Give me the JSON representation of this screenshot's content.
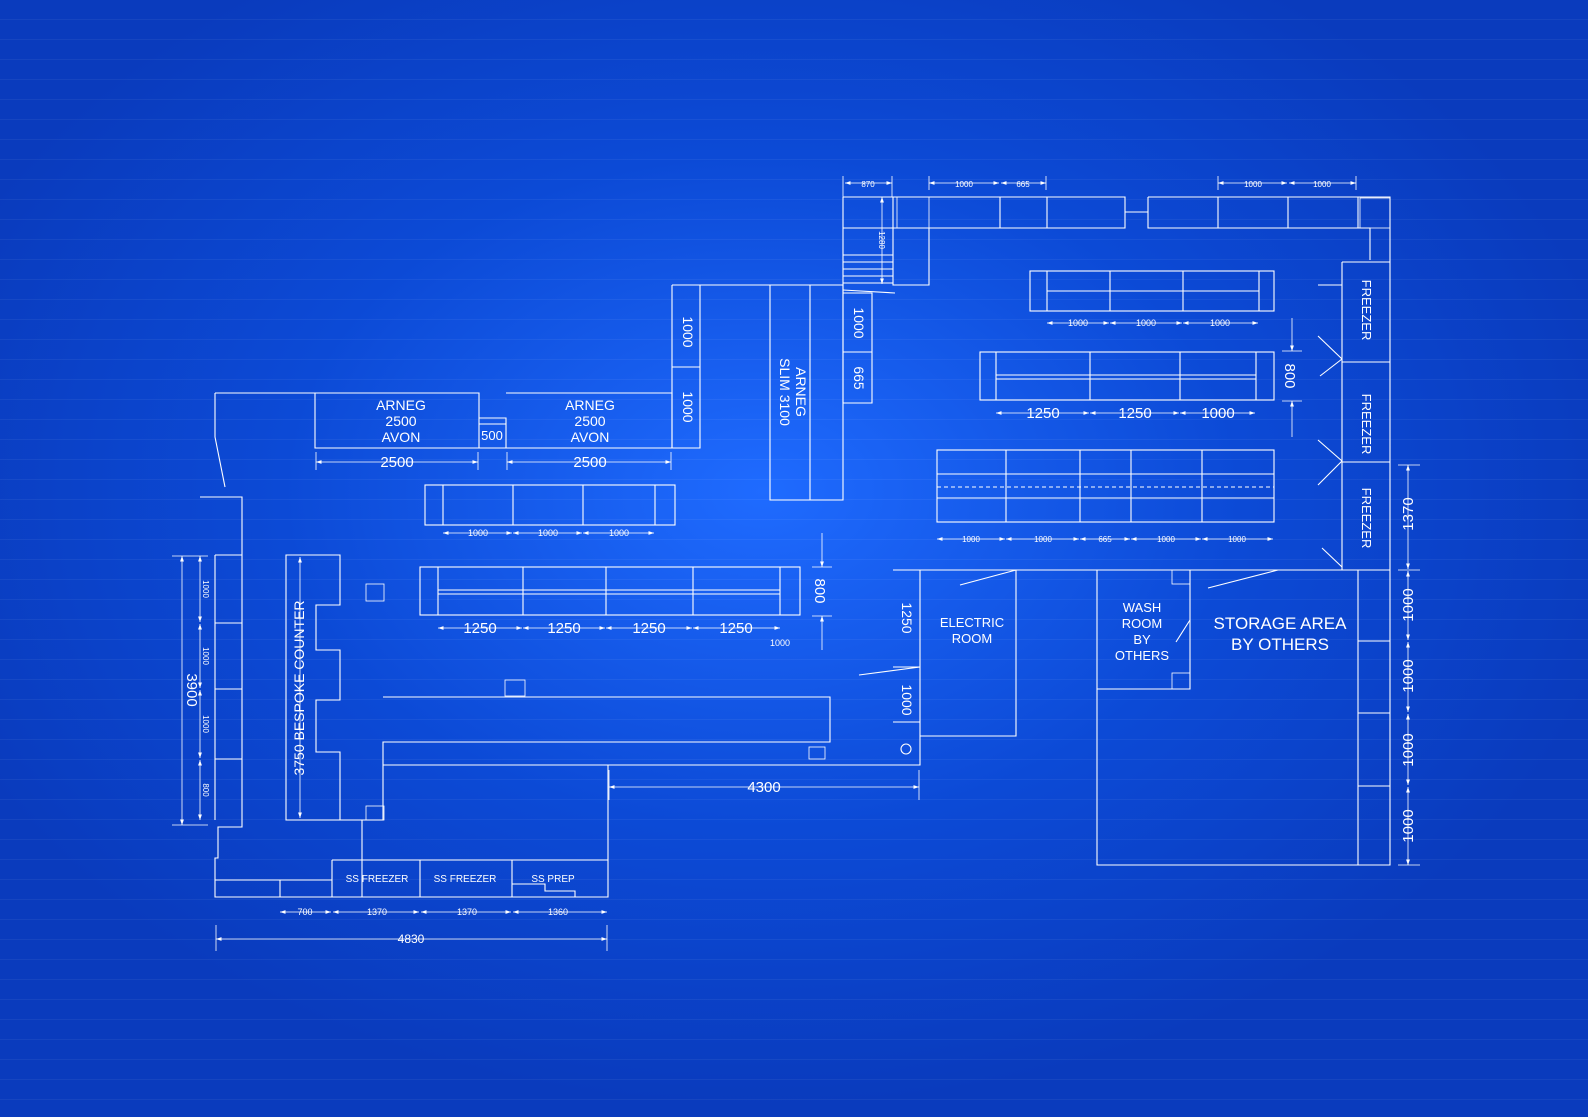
{
  "colors": {
    "background": "#0a3fc4",
    "glow": "#1f6bff",
    "line": "#ffffff"
  },
  "labels": {
    "arneg_left": [
      "ARNEG",
      "2500",
      "AVON"
    ],
    "arneg_right": [
      "ARNEG",
      "2500",
      "AVON"
    ],
    "arneg_slim": [
      "ARNEG",
      "SLIM 3100"
    ],
    "bespoke_counter": "3750 BESPOKE COUNTER",
    "electric_room": [
      "ELECTRIC",
      "ROOM"
    ],
    "wash_room": [
      "WASH",
      "ROOM",
      "BY",
      "OTHERS"
    ],
    "storage_area": [
      "STORAGE AREA",
      "BY OTHERS"
    ],
    "freezer_1": "FREEZER",
    "freezer_2": "FREEZER",
    "freezer_3": "FREEZER",
    "ss_freezer_1": "SS FREEZER",
    "ss_freezer_2": "SS FREEZER",
    "ss_prep": "SS PREP"
  },
  "dims": {
    "d2500_a": "2500",
    "d2500_b": "2500",
    "d500": "500",
    "mid_1000s": [
      "1000",
      "1000",
      "1000"
    ],
    "bottom_1250s": [
      "1250",
      "1250",
      "1250",
      "1250"
    ],
    "d1000_under": "1000",
    "d800_left": "800",
    "d4300": "4300",
    "d4830": "4830",
    "bottom_row": [
      "700",
      "1370",
      "1370",
      "1360"
    ],
    "left_small": [
      "1000",
      "1000",
      "1000",
      "800"
    ],
    "d3900": "3900",
    "top_870": "870",
    "top_1000": "1000",
    "top_665": "665",
    "top_right_1000s": [
      "1000",
      "1000"
    ],
    "v1280": "1280",
    "col_1000": "1000",
    "col_665": "665",
    "col_1000_b": "1000",
    "col_1000_c": "1000",
    "right_1000s_a": [
      "1000",
      "1000",
      "1000"
    ],
    "right_1250s": [
      "1250",
      "1250",
      "1000"
    ],
    "d800_right": "800",
    "right_row": [
      "1000",
      "1000",
      "665",
      "1000",
      "1000"
    ],
    "d1250_elec": "1250",
    "d1000_elec": "1000",
    "d1370": "1370",
    "right_col": [
      "1000",
      "1000",
      "1000",
      "1000"
    ]
  }
}
